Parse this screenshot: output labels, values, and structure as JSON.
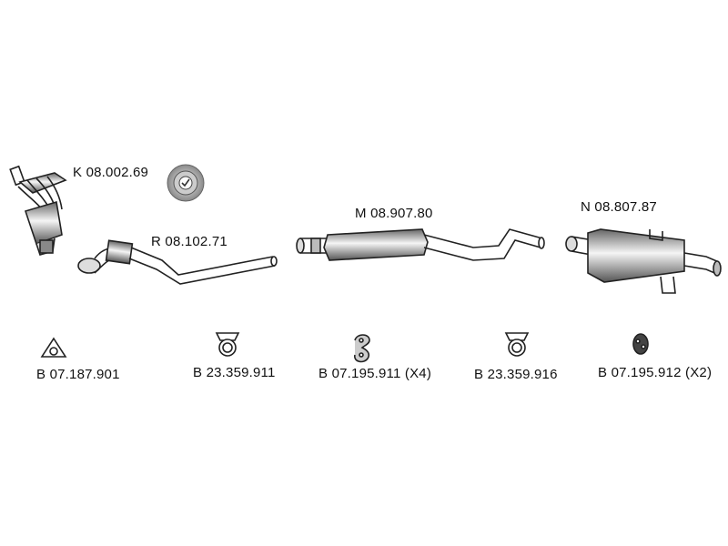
{
  "parts": {
    "catalyst": {
      "code": "K 08.002.69"
    },
    "front_pipe": {
      "code": "R 08.102.71"
    },
    "middle_silencer": {
      "code": "M 08.907.80"
    },
    "rear_silencer": {
      "code": "N 08.807.87"
    }
  },
  "mounting": [
    {
      "code": "B 07.187.901",
      "icon": "triangle-gasket-icon"
    },
    {
      "code": "B 23.359.911",
      "icon": "pipe-clamp-icon"
    },
    {
      "code": "B 07.195.911 (X4)",
      "icon": "rubber-hanger-icon"
    },
    {
      "code": "B 23.359.916",
      "icon": "pipe-clamp-icon"
    },
    {
      "code": "B 07.195.912 (X2)",
      "icon": "rubber-ring-icon"
    }
  ],
  "colors": {
    "stroke": "#222222",
    "fill": "#ffffff",
    "shade": "#9a9a9a"
  }
}
